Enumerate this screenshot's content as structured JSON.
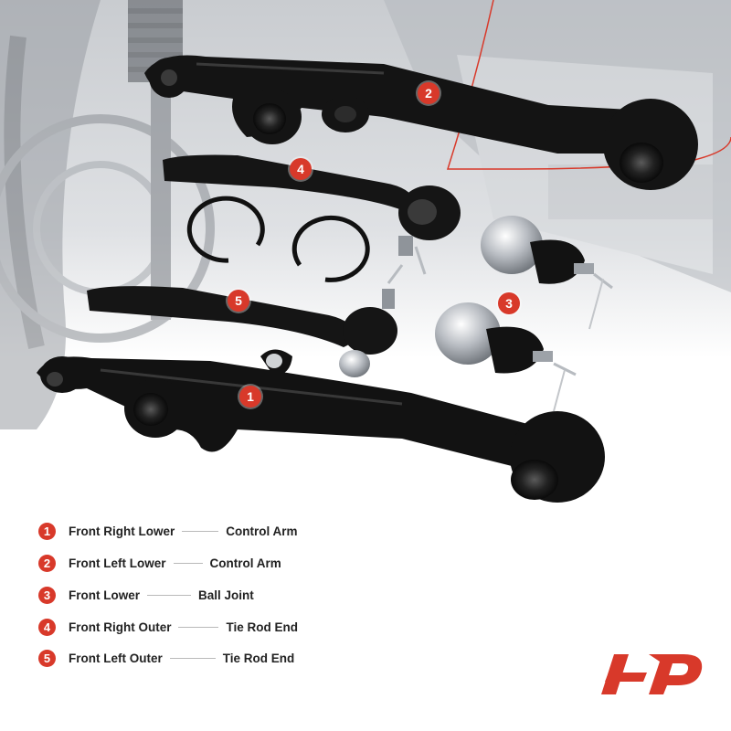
{
  "colors": {
    "accent": "#d8392a",
    "text": "#222222",
    "part": "#111111"
  },
  "part_tags": [
    "1",
    "2",
    "3",
    "4",
    "5"
  ],
  "legend": [
    {
      "num": "1",
      "left": "Front Right Lower",
      "right": "Control Arm"
    },
    {
      "num": "2",
      "left": "Front Left Lower",
      "right": "Control Arm"
    },
    {
      "num": "3",
      "left": "Front Lower",
      "right": "Ball Joint"
    },
    {
      "num": "4",
      "left": "Front Right Outer",
      "right": "Tie Rod End"
    },
    {
      "num": "5",
      "left": "Front Left Outer",
      "right": "Tie Rod End"
    }
  ],
  "logo": {
    "icon": "brand-logo-icon"
  }
}
